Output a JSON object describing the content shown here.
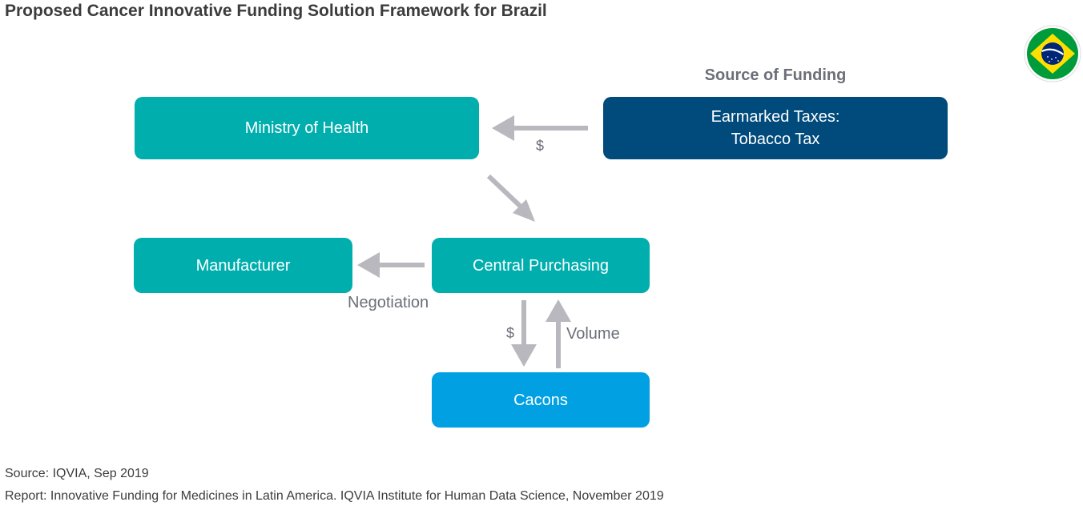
{
  "title": "Proposed Cancer Innovative Funding Solution Framework for Brazil",
  "flag": {
    "icon": "brazil-flag-icon",
    "colors": {
      "green": "#009b3a",
      "yellow": "#fedf00",
      "blue": "#002776"
    }
  },
  "source_heading": "Source of Funding",
  "boxes": {
    "ministry": "Ministry of Health",
    "earmarked_line1": "Earmarked Taxes:",
    "earmarked_line2": "Tobacco Tax",
    "manufacturer": "Manufacturer",
    "central": "Central Purchasing",
    "cacons": "Cacons"
  },
  "labels": {
    "dollar_top": "$",
    "negotiation": "Negotiation",
    "dollar_mid": "$",
    "volume": "Volume"
  },
  "footer": {
    "source": "Source: IQVIA, Sep 2019",
    "report": "Report: Innovative Funding for Medicines in Latin America. IQVIA Institute for Human Data Science, November 2019"
  },
  "colors": {
    "teal": "#00aeae",
    "navy": "#004a7c",
    "blue": "#00a0e2",
    "arrow": "#b8b8be",
    "label_gray": "#6b6f78"
  }
}
